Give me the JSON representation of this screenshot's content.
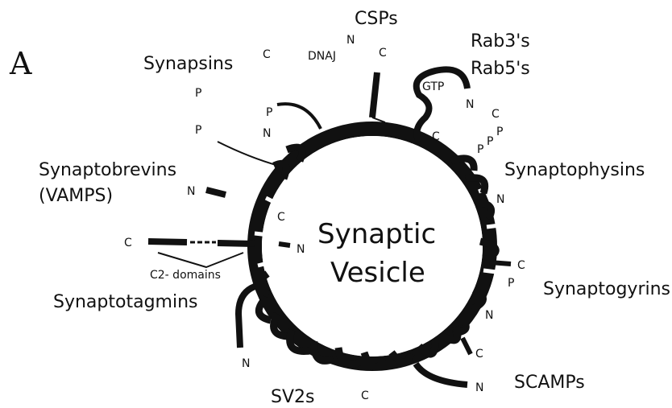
{
  "panel_letter": "A",
  "center": {
    "line1": "Synaptic",
    "line2": "Vesicle"
  },
  "labels": {
    "csps": "CSPs",
    "rab3": "Rab3's",
    "rab5": "Rab5's",
    "synapsins": "Synapsins",
    "synaptobrevins": "Synaptobrevins",
    "vamps": "(VAMPS)",
    "synaptophysins": "Synaptophysins",
    "synaptotagmins": "Synaptotagmins",
    "synaptogyrins": "Synaptogyrins",
    "sv2s": "SV2s",
    "scamps": "SCAMPs",
    "c2_domains": "C2- domains",
    "dnaj": "DNAJ",
    "gtp": "GTP"
  },
  "terminal_letters": {
    "n": "N",
    "c": "C",
    "p": "P"
  }
}
